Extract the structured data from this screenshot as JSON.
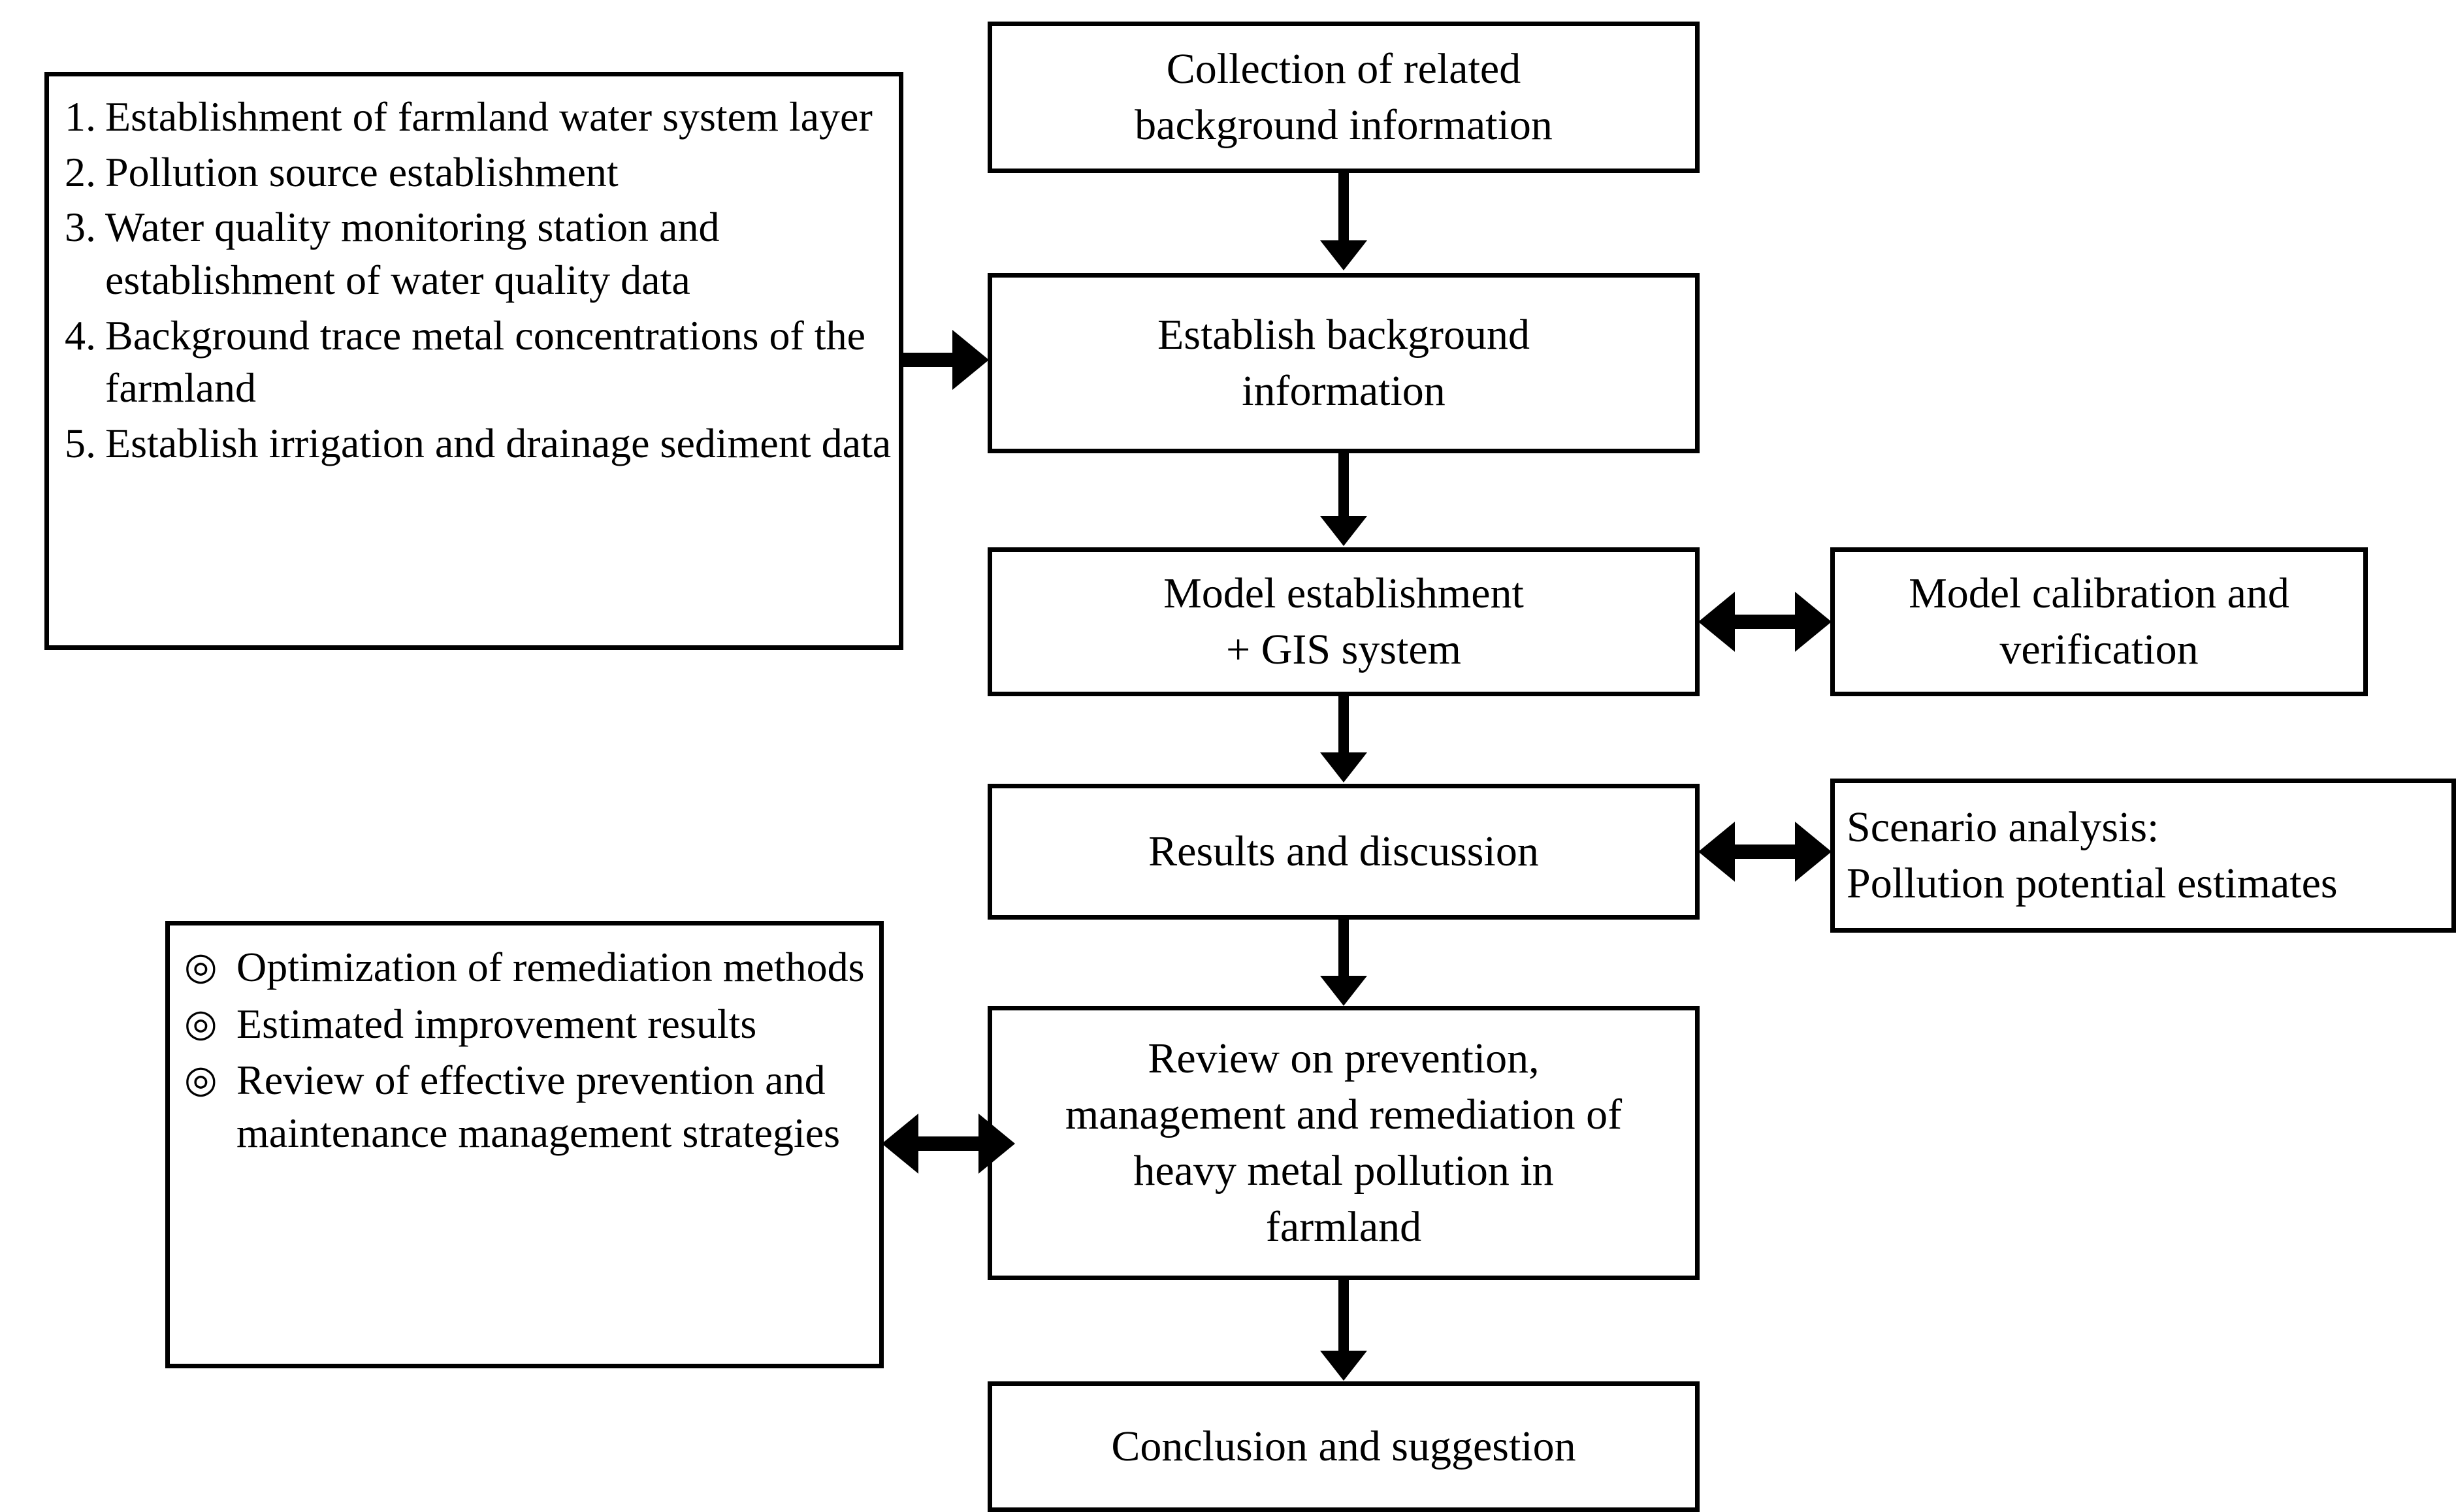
{
  "diagram": {
    "title": "Research framework flowchart for farmland heavy metal pollution modeling",
    "colors": {
      "stroke": "#000000",
      "fill": "#ffffff",
      "text": "#000000"
    }
  },
  "nodes": {
    "collection": {
      "label": "Collection of related background information",
      "line1": "Collection of related",
      "line2": "background information"
    },
    "establish": {
      "label": "Establish background information",
      "line1": "Establish background",
      "line2": "information"
    },
    "model": {
      "label": "Model establishment + GIS system",
      "line1": "Model establishment",
      "line2": "+ GIS system"
    },
    "calibration": {
      "label": "Model calibration and verification",
      "line1": "Model calibration and",
      "line2": "verification"
    },
    "results": {
      "label": "Results and discussion",
      "line1": "Results and discussion"
    },
    "scenario": {
      "label": "Scenario analysis: Pollution potential estimates",
      "line1": "Scenario analysis:",
      "line2": "Pollution potential estimates"
    },
    "review": {
      "label": "Review on prevention, management and remediation of heavy metal pollution in farmland",
      "line1": "Review on prevention,",
      "line2": "management and remediation of",
      "line3": "heavy metal pollution in",
      "line4": "farmland"
    },
    "conclusion": {
      "label": "Conclusion and suggestion",
      "line1": "Conclusion and suggestion"
    }
  },
  "inputs_box": {
    "items": [
      {
        "num": "1.",
        "text": "Establishment of farmland water system layer"
      },
      {
        "num": "2.",
        "text": "Pollution source establishment"
      },
      {
        "num": "3.",
        "text": "Water quality monitoring station and establishment of water quality data"
      },
      {
        "num": "4.",
        "text": "Background trace metal concentrations of the farmland"
      },
      {
        "num": "5.",
        "text": "Establish irrigation and drainage sediment data"
      }
    ]
  },
  "outcomes_box": {
    "bullet_glyph": "◎",
    "items": [
      {
        "text": "Optimization of remediation methods"
      },
      {
        "text": "Estimated improvement results"
      },
      {
        "text": "Review of  effective prevention and maintenance management strategies"
      }
    ]
  },
  "connectors": [
    {
      "name": "collection-to-establish",
      "type": "arrow-down"
    },
    {
      "name": "establish-to-model",
      "type": "arrow-down"
    },
    {
      "name": "model-to-results",
      "type": "arrow-down"
    },
    {
      "name": "results-to-review",
      "type": "arrow-down"
    },
    {
      "name": "review-to-conclusion",
      "type": "arrow-down"
    },
    {
      "name": "inputs-to-establish",
      "type": "arrow-right"
    },
    {
      "name": "model-to-calibration",
      "type": "arrow-bidirectional"
    },
    {
      "name": "results-to-scenario",
      "type": "arrow-bidirectional"
    },
    {
      "name": "outcomes-to-review",
      "type": "arrow-bidirectional"
    }
  ]
}
